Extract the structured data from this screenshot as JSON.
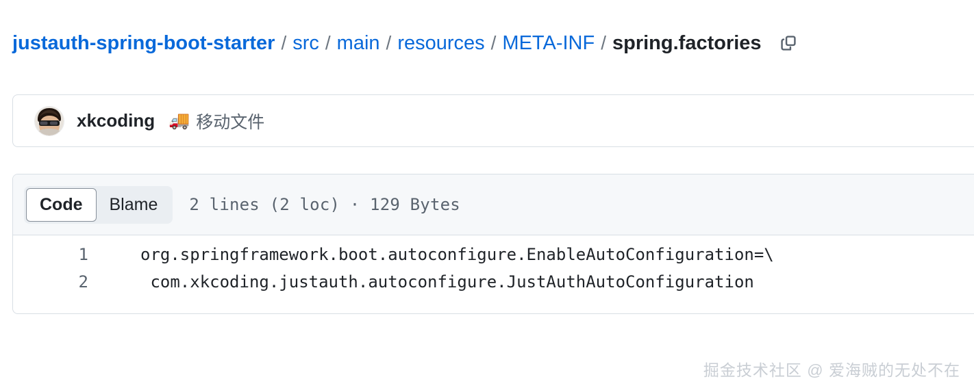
{
  "breadcrumb": {
    "separator": "/",
    "segments": [
      {
        "label": "justauth-spring-boot-starter",
        "type": "repo-link"
      },
      {
        "label": "src",
        "type": "link"
      },
      {
        "label": "main",
        "type": "link"
      },
      {
        "label": "resources",
        "type": "link"
      },
      {
        "label": "META-INF",
        "type": "link"
      },
      {
        "label": "spring.factories",
        "type": "current"
      }
    ],
    "copy_path_icon": "copy-icon",
    "link_color": "#0969da",
    "current_color": "#1f2328"
  },
  "commit": {
    "avatar_alt": "xkcoding avatar",
    "author": "xkcoding",
    "emoji": "🚚",
    "message": "移动文件"
  },
  "file_view": {
    "tabs": [
      {
        "label": "Code",
        "active": true
      },
      {
        "label": "Blame",
        "active": false
      }
    ],
    "meta": "2 lines (2 loc) · 129 Bytes",
    "lines": [
      {
        "number": "1",
        "text": "org.springframework.boot.autoconfigure.EnableAutoConfiguration=\\"
      },
      {
        "number": "2",
        "text": " com.xkcoding.justauth.autoconfigure.JustAuthAutoConfiguration"
      }
    ]
  },
  "watermark": {
    "text": "掘金技术社区 @ 爱海贼的无处不在"
  }
}
